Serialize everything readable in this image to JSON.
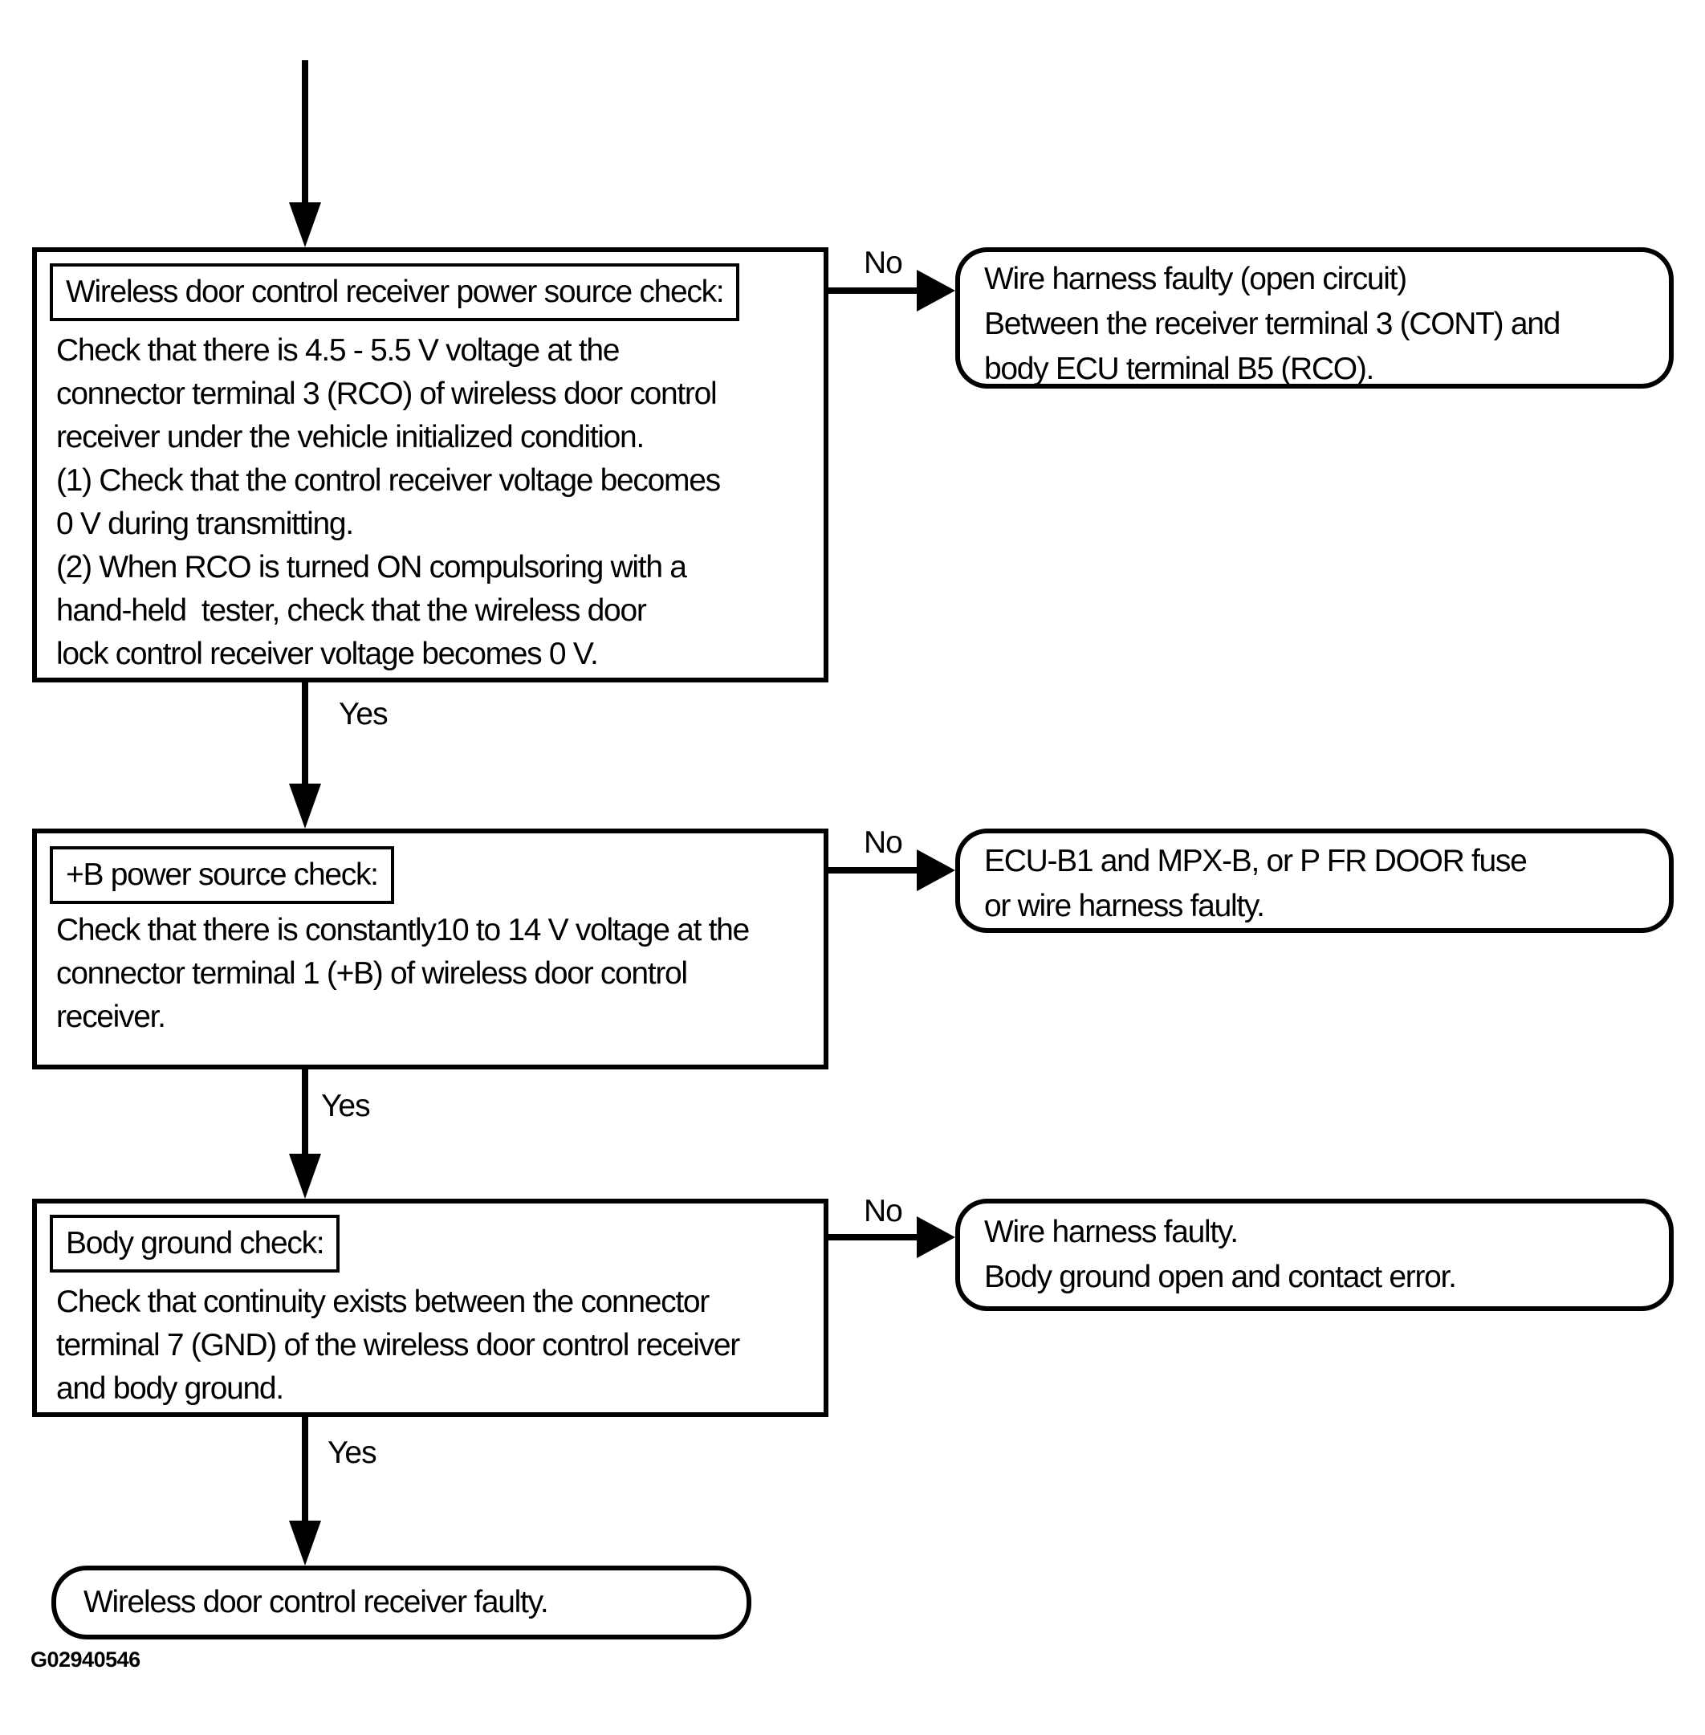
{
  "flowchart": {
    "labels": {
      "yes": "Yes",
      "no": "No"
    },
    "steps": [
      {
        "title": "Wireless door control receiver power source check:",
        "body": "Check that there is 4.5 - 5.5 V voltage at the\nconnector terminal 3 (RCO) of wireless door control\nreceiver under the vehicle initialized condition.\n(1) Check that the control receiver voltage becomes\n0 V during transmitting.\n(2) When RCO is turned ON compulsoring with a\nhand-held  tester, check that the wireless door\nlock control receiver voltage becomes 0 V.",
        "fail_result": "Wire harness faulty (open circuit)\nBetween the receiver terminal 3 (CONT) and\nbody ECU terminal B5 (RCO)."
      },
      {
        "title": "+B power source check:",
        "body": "Check that there is constantly10 to 14 V voltage at the\nconnector terminal 1 (+B) of wireless door control\nreceiver.",
        "fail_result": "ECU-B1 and MPX-B, or P FR DOOR fuse\nor wire harness faulty."
      },
      {
        "title": "Body ground check:",
        "body": "Check that continuity exists between the connector\nterminal 7 (GND) of the wireless door control receiver\nand body ground.",
        "fail_result": "Wire harness faulty.\nBody ground open and contact error."
      }
    ],
    "final_result": "Wireless door control receiver faulty.",
    "figure_code": "G02940546",
    "colors": {
      "ink": "#000000",
      "paper": "#ffffff"
    }
  }
}
